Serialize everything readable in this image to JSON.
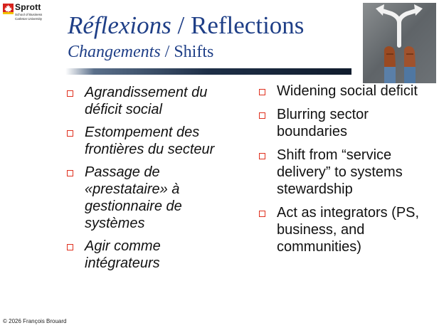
{
  "logo": {
    "name": "Sprott",
    "line1": "School of Business",
    "line2": "Carleton University"
  },
  "title": {
    "fr": "Réflexions",
    "separator": " / ",
    "en": "Reflections"
  },
  "subtitle": {
    "fr": "Changements",
    "separator": " / ",
    "en": "Shifts"
  },
  "photo": {
    "icon": "arrows-feet-photo"
  },
  "colors": {
    "title": "#1f3f87",
    "bullet": "#e0301e",
    "rule": "#1e2f47"
  },
  "left_items": [
    "Agrandissement du déficit social",
    "Estompement des frontières du secteur",
    "Passage de «prestataire» à gestionnaire de systèmes",
    "Agir comme intégrateurs"
  ],
  "right_items": [
    "Widening social deficit",
    "Blurring sector boundaries",
    "Shift from “service delivery” to systems stewardship",
    "Act as integrators (PS, business, and communities)"
  ],
  "footer": "© 2026  François Brouard"
}
